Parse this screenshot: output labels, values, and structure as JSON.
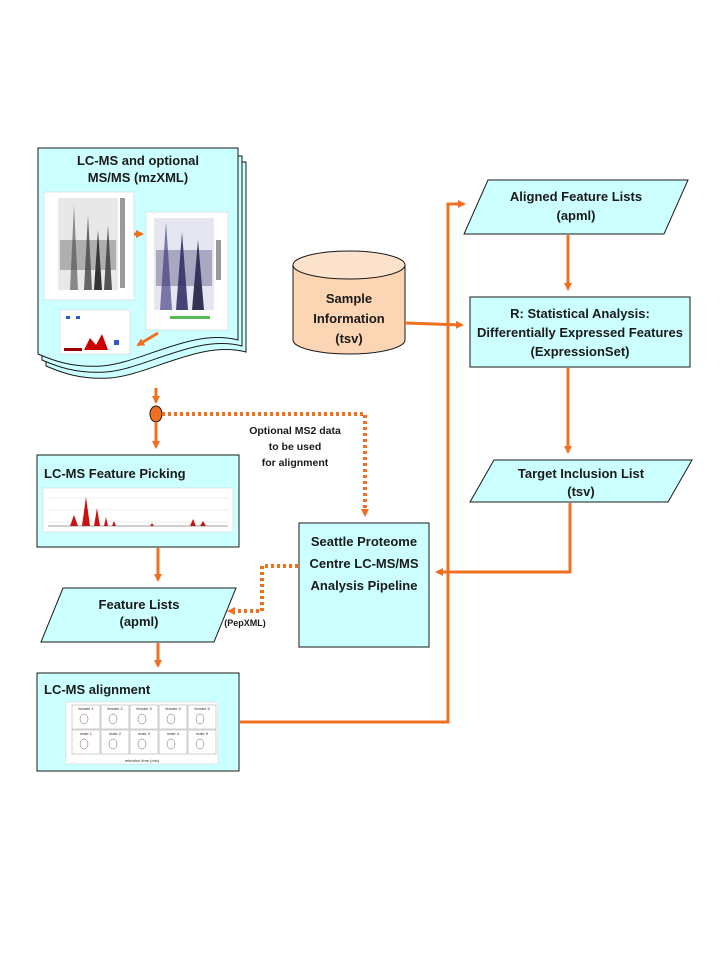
{
  "colors": {
    "box_fill": "#ccffff",
    "box_stroke": "#1a1a1a",
    "arrow": "#f07021",
    "cylinder_fill": "#fcd5b4",
    "cylinder_top": "#fde3cc"
  },
  "nodes": {
    "lcms_input": {
      "line1": "LC-MS and optional",
      "line2": "MS/MS (mzXML)"
    },
    "feature_picking": {
      "label": "LC-MS Feature Picking"
    },
    "feature_lists": {
      "line1": "Feature Lists",
      "line2": "(apml)"
    },
    "lcms_alignment": {
      "label": "LC-MS alignment"
    },
    "sample_info": {
      "line1": "Sample",
      "line2": "Information",
      "line3": "(tsv)"
    },
    "aligned_feature_lists": {
      "line1": "Aligned Feature Lists",
      "line2": "(apml)"
    },
    "stat_analysis": {
      "line1": "R: Statistical Analysis:",
      "line2": "Differentially Expressed Features",
      "line3": "(ExpressionSet)"
    },
    "target_inclusion": {
      "line1": "Target Inclusion List",
      "line2": "(tsv)"
    },
    "spc_pipeline": {
      "line1": "Seattle Proteome",
      "line2": "Centre LC-MS/MS",
      "line3": "Analysis Pipeline"
    }
  },
  "annotations": {
    "optional_ms2": {
      "line1": "Optional MS2 data",
      "line2": "to be used",
      "line3": "for alignment"
    },
    "pepxml": "(PepXML)"
  },
  "alignment_panels": {
    "row1": [
      "female 1",
      "female 2",
      "female 3",
      "female 4",
      "female 5"
    ],
    "row2": [
      "male 1",
      "male 2",
      "male 3",
      "male 4",
      "male 5"
    ],
    "xaxis": "retention time (min)"
  }
}
